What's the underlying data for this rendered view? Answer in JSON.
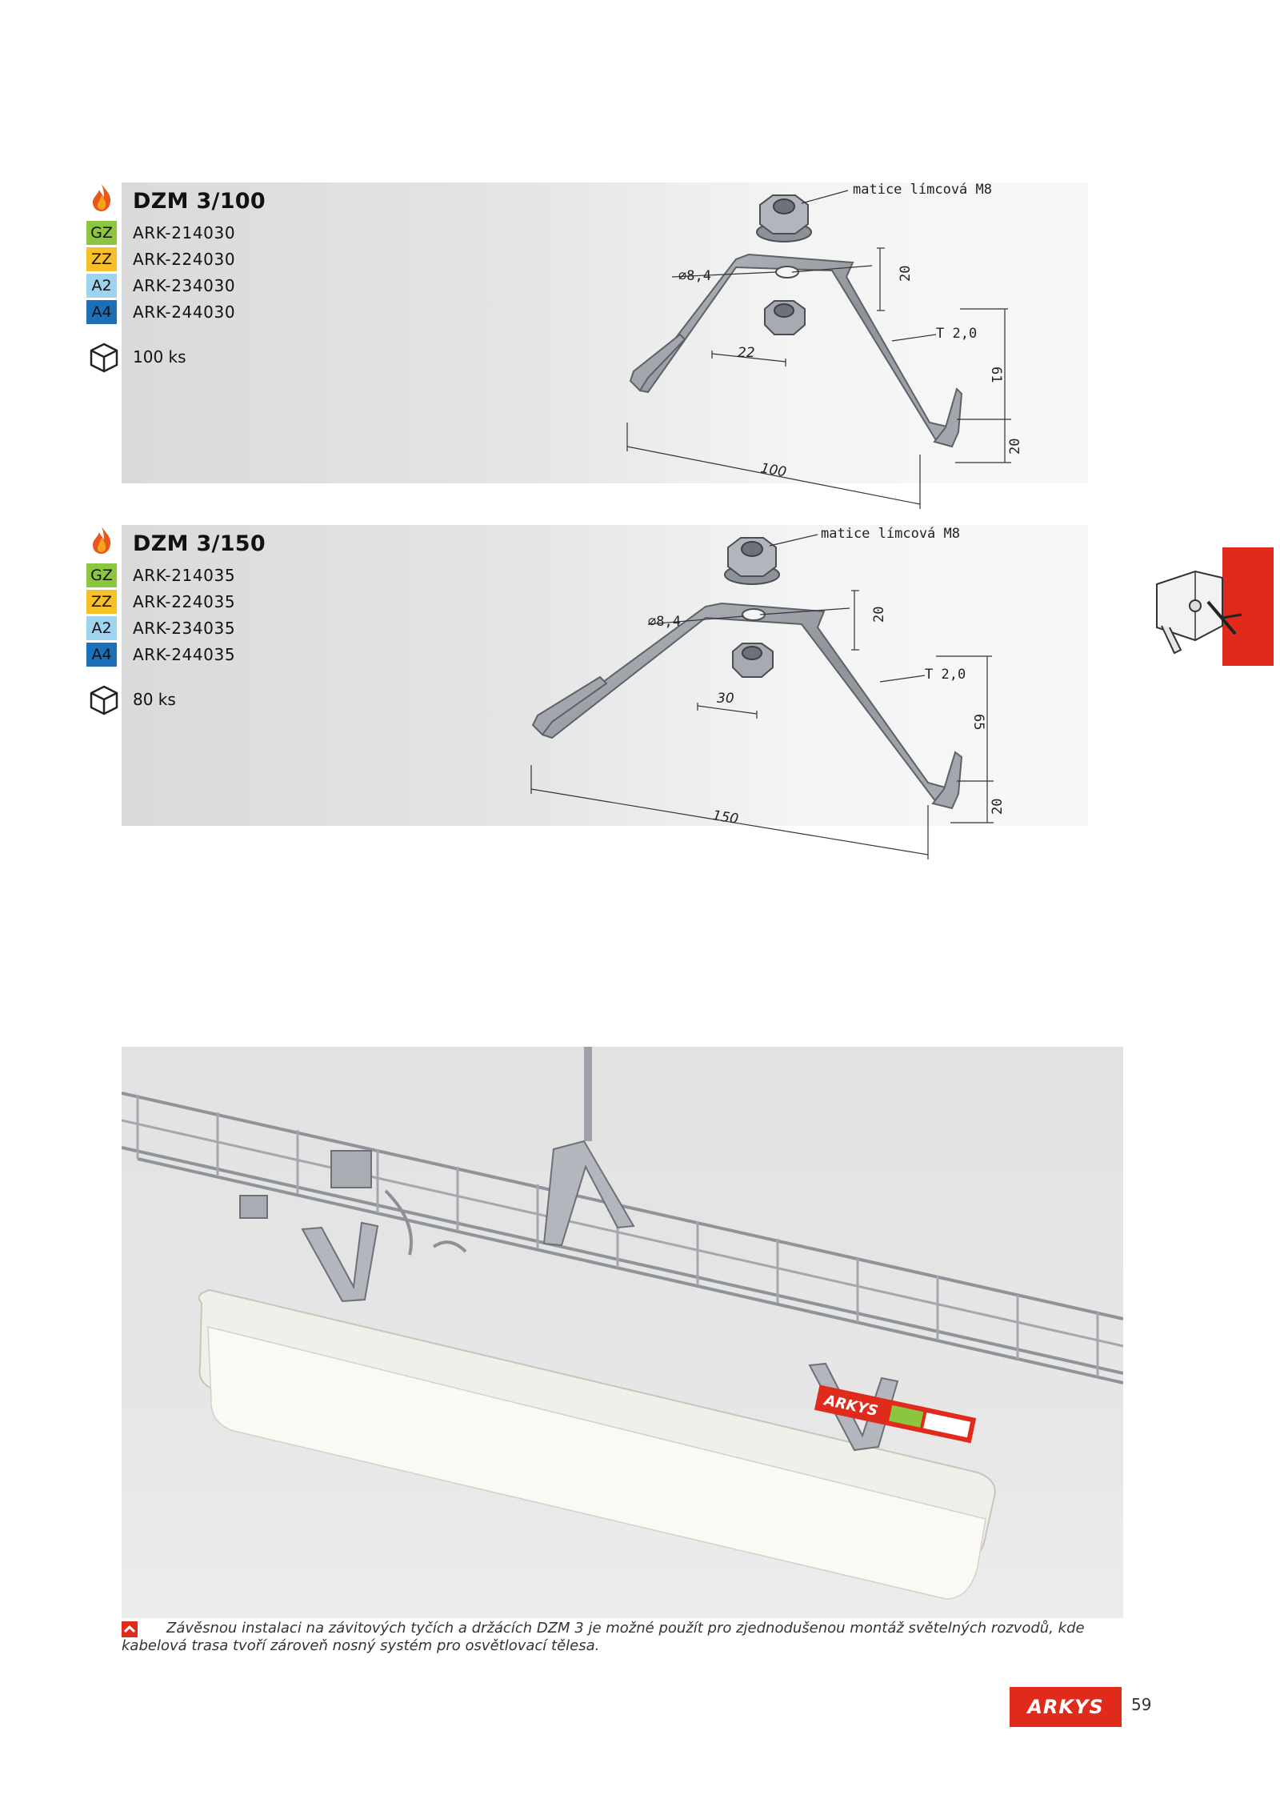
{
  "products": [
    {
      "title": "DZM 3/100",
      "variants": [
        {
          "finish": "GZ",
          "code": "ARK-214030",
          "color": "#8cc63f"
        },
        {
          "finish": "ZZ",
          "code": "ARK-224030",
          "color": "#f7c028"
        },
        {
          "finish": "A2",
          "code": "ARK-234030",
          "color": "#9fd4f0"
        },
        {
          "finish": "A4",
          "code": "ARK-244030",
          "color": "#1d6fb8"
        }
      ],
      "quantity": "100 ks",
      "drawing": {
        "nut_label": "matice límcová M8",
        "hole": "⌀8,4",
        "thickness": "T 2,0",
        "dim_top": "20",
        "dim_spacing": "22",
        "dim_height": "61",
        "dim_foot": "20",
        "dim_width": "100"
      }
    },
    {
      "title": "DZM 3/150",
      "variants": [
        {
          "finish": "GZ",
          "code": "ARK-214035",
          "color": "#8cc63f"
        },
        {
          "finish": "ZZ",
          "code": "ARK-224035",
          "color": "#f7c028"
        },
        {
          "finish": "A2",
          "code": "ARK-234035",
          "color": "#9fd4f0"
        },
        {
          "finish": "A4",
          "code": "ARK-244035",
          "color": "#1d6fb8"
        }
      ],
      "quantity": "80 ks",
      "drawing": {
        "nut_label": "matice límcová M8",
        "hole": "⌀8,4",
        "thickness": "T 2,0",
        "dim_top": "20",
        "dim_spacing": "30",
        "dim_height": "65",
        "dim_foot": "20",
        "dim_width": "150"
      }
    }
  ],
  "photo": {
    "label_brand": "ARKYS"
  },
  "caption": "Závěsnou instalaci na závitových tyčích a držácích DZM 3 je možné použít pro zjednodušenou montáž světelných rozvodů, kde kabelová trasa tvoří zároveň nosný systém pro osvětlovací tělesa.",
  "footer": {
    "logo": "ARKYS",
    "page_number": "59"
  },
  "icons": {
    "flame": "flame-icon",
    "box": "package-box-icon",
    "caption_marker": "chevron-up-icon"
  },
  "colors": {
    "accent": "#e02a1c"
  }
}
